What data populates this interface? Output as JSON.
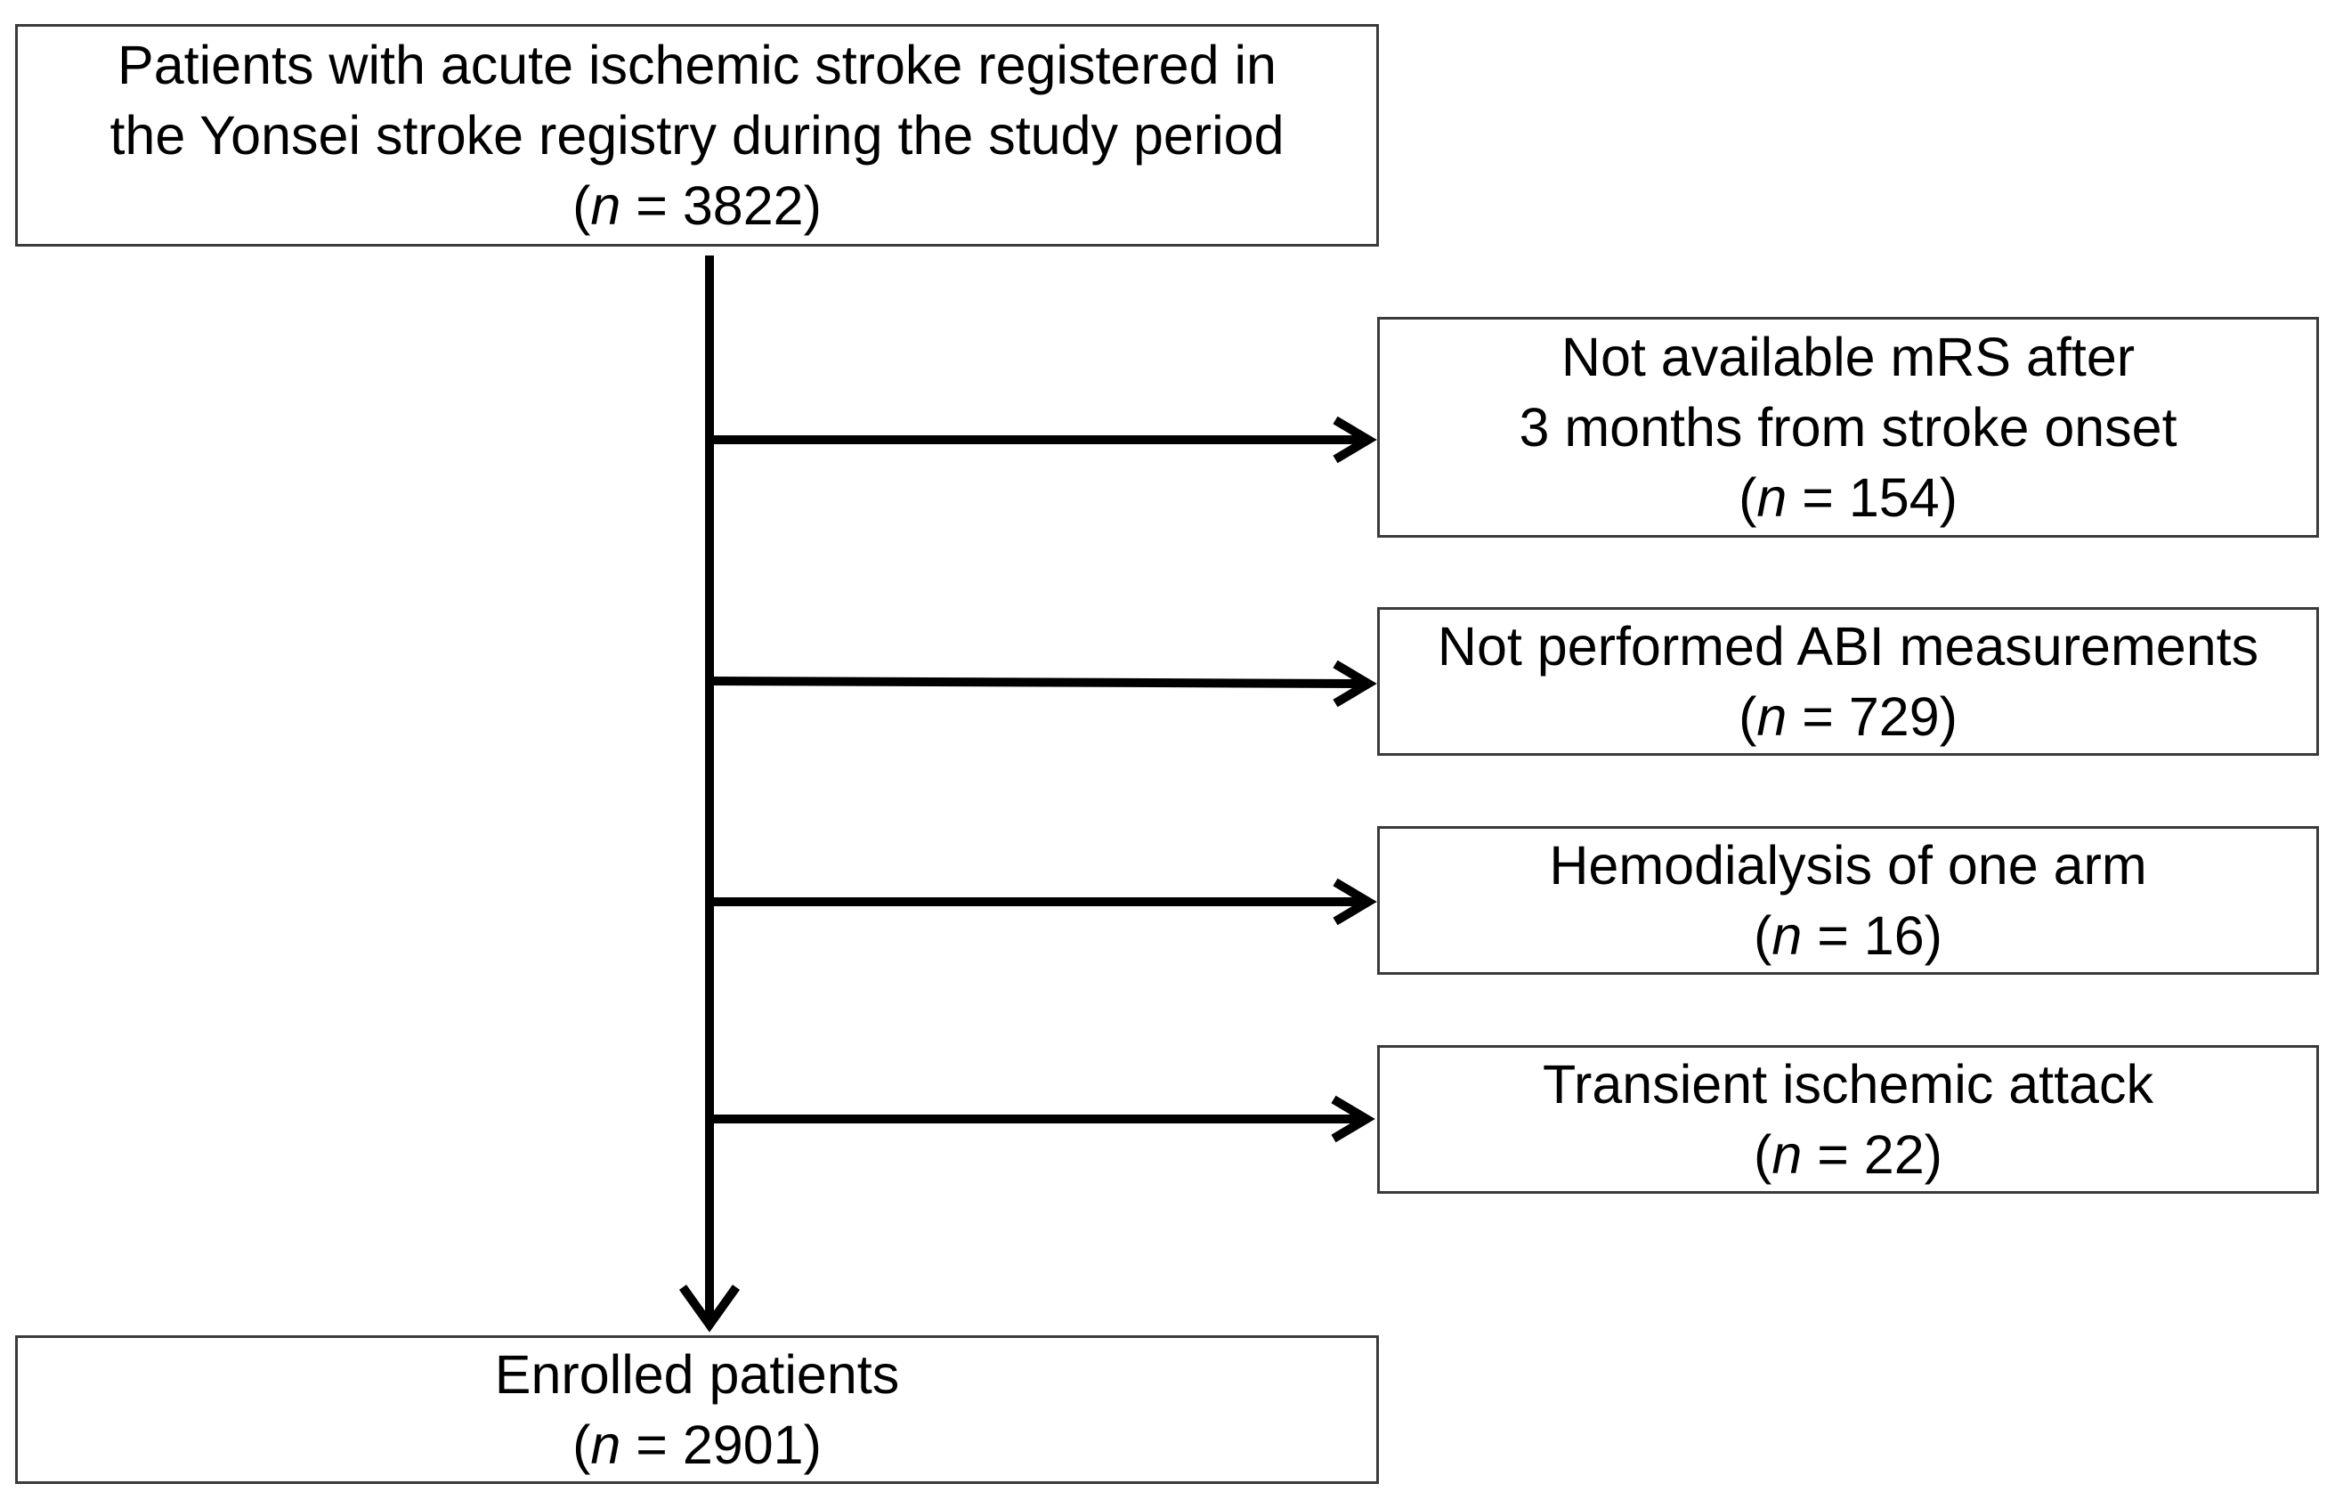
{
  "flowchart": {
    "source": {
      "lines": [
        "Patients with acute ischemic stroke registered in",
        "the Yonsei stroke registry during the study period"
      ],
      "count_prefix": "(",
      "count_var": "n",
      "count_rest": " = 3822)"
    },
    "exclusions": [
      {
        "lines": [
          "Not available mRS after",
          "3 months from stroke onset"
        ],
        "count_prefix": "(",
        "count_var": "n",
        "count_rest": " = 154)"
      },
      {
        "lines": [
          "Not performed ABI measurements"
        ],
        "count_prefix": "(",
        "count_var": "n",
        "count_rest": " = 729)"
      },
      {
        "lines": [
          "Hemodialysis of one arm"
        ],
        "count_prefix": "(",
        "count_var": "n",
        "count_rest": " = 16)"
      },
      {
        "lines": [
          "Transient ischemic attack"
        ],
        "count_prefix": "(",
        "count_var": "n",
        "count_rest": " = 22)"
      }
    ],
    "enrolled": {
      "lines": [
        "Enrolled patients"
      ],
      "count_prefix": "(",
      "count_var": "n",
      "count_rest": " = 2901)"
    }
  }
}
